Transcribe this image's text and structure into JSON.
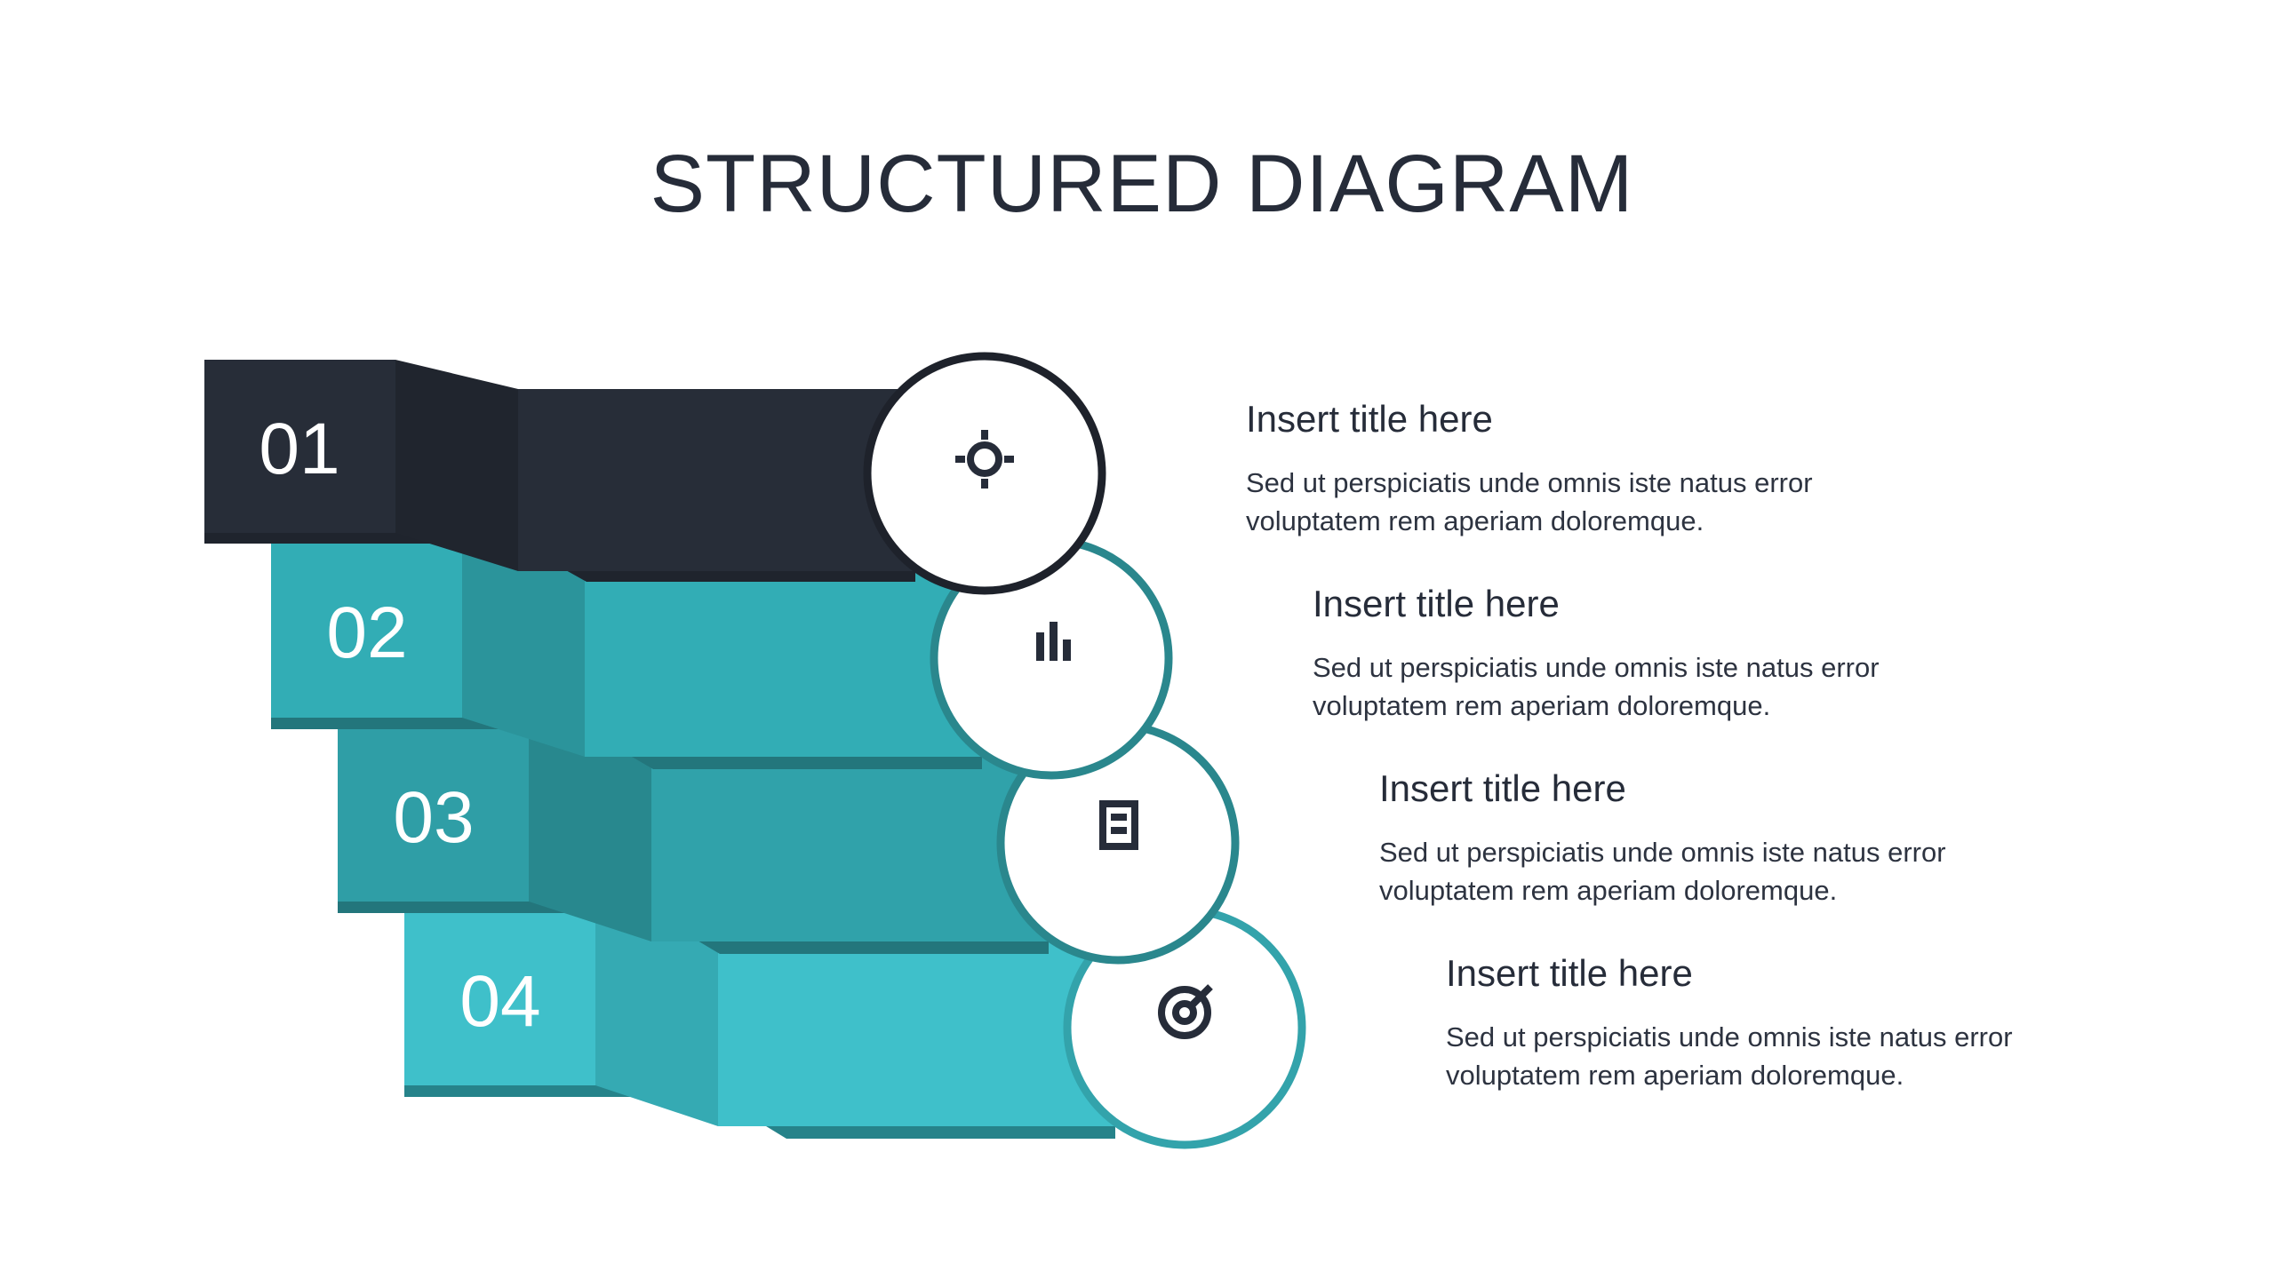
{
  "title": "STRUCTURED DIAGRAM",
  "colors": {
    "dark": "#272d38",
    "teal_1": "#32adb5",
    "teal_2": "#2f9ea6",
    "teal_3": "#3fc0ca",
    "text": "#262c39",
    "background": "#ffffff"
  },
  "steps": [
    {
      "number": "01",
      "icon": "gear-icon",
      "title": "Insert title here",
      "description": "Sed ut perspiciatis unde omnis iste natus error voluptatem rem aperiam doloremque."
    },
    {
      "number": "02",
      "icon": "chart-icon",
      "title": "Insert title here",
      "description": "Sed ut perspiciatis unde omnis iste natus error voluptatem rem aperiam doloremque."
    },
    {
      "number": "03",
      "icon": "document-icon",
      "title": "Insert title here",
      "description": "Sed ut perspiciatis unde omnis iste natus error voluptatem rem aperiam doloremque."
    },
    {
      "number": "04",
      "icon": "target-icon",
      "title": "Insert title here",
      "description": "Sed ut perspiciatis unde omnis iste natus error voluptatem rem aperiam doloremque."
    }
  ]
}
